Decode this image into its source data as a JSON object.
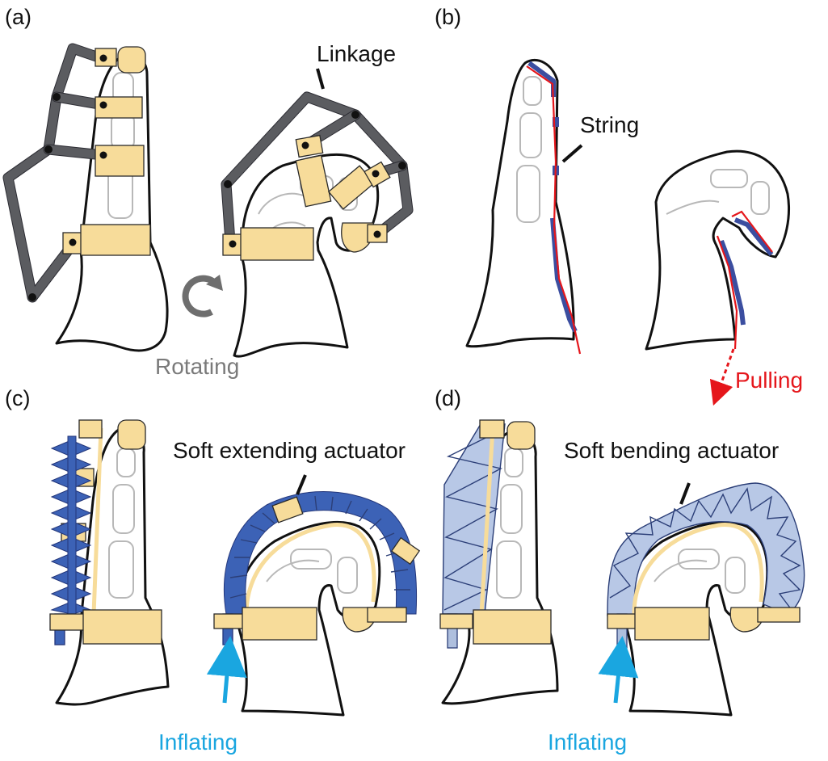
{
  "panels": {
    "a": {
      "tag": "(a)",
      "callout": "Linkage",
      "motion": "Rotating"
    },
    "b": {
      "tag": "(b)",
      "callout": "String",
      "motion": "Pulling"
    },
    "c": {
      "tag": "(c)",
      "callout": "Soft extending actuator",
      "motion": "Inflating"
    },
    "d": {
      "tag": "(d)",
      "callout": "Soft bending actuator",
      "motion": "Inflating"
    }
  },
  "colors": {
    "band": "#f7dc9a",
    "linkage": "#5b5c60",
    "string": "#e5161b",
    "tendon": "#3b4ea0",
    "extending_actuator": "#3c62b6",
    "bending_actuator": "#b8c8e6",
    "rotating_text": "#7a7a7a",
    "pulling_text": "#e5161b",
    "inflating_text": "#1aa6e0"
  },
  "icons": [
    "rotate-arrow-icon",
    "pull-arrow-icon",
    "inflate-arrow-icon"
  ]
}
